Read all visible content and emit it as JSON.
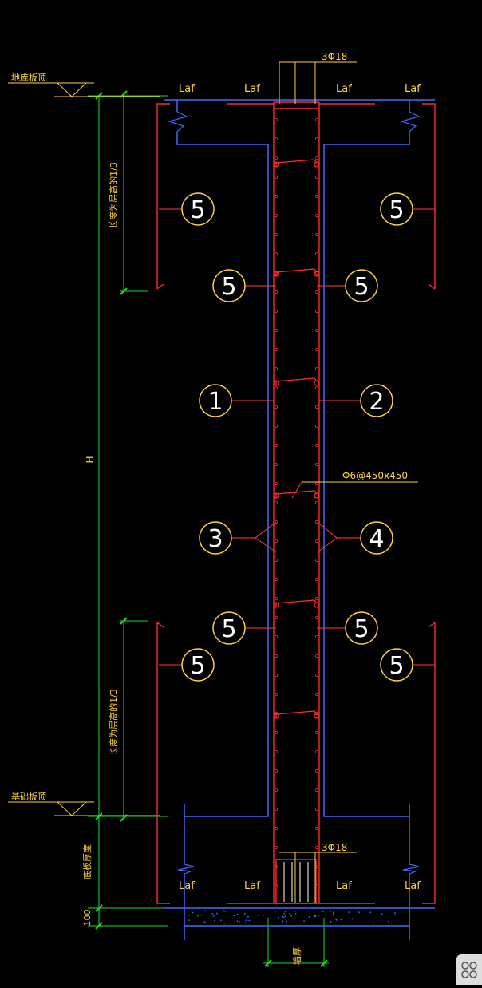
{
  "labels": {
    "slab_top": "地库板顶",
    "foundation_top": "基础板顶",
    "laf": "Laf",
    "top_rebar": "3Φ18",
    "bottom_rebar": "3Φ18",
    "tie_spec": "Φ6@450x450",
    "height": "H",
    "length_note": "长度为层高的1/3",
    "base_thickness": "底板厚度",
    "base_100": "100",
    "wall_thickness": "墙厚"
  },
  "callouts": [
    "1",
    "2",
    "3",
    "4",
    "5"
  ],
  "colors": {
    "bg": "#000000",
    "wall": "#ff2a2a",
    "slab": "#3a6cff",
    "dim": "#1edc1e",
    "text": "#ffd23c",
    "circle": "#ffd23c",
    "leader": "#ff3a3a"
  },
  "icons": {
    "corner": "grid-icon"
  }
}
